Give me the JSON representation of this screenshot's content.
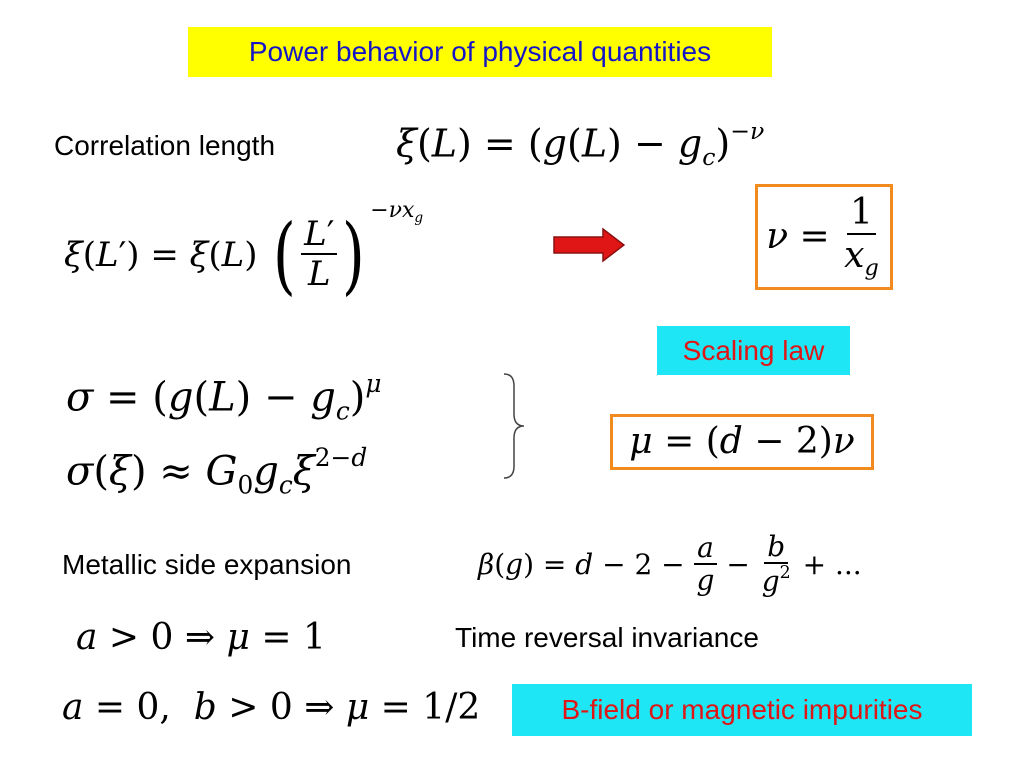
{
  "slide": {
    "title": "Power behavior of physical quantities",
    "correlation_label": "Correlation length",
    "scaling_law": "Scaling law",
    "metallic_label": "Metallic side expansion",
    "time_reversal": "Time reversal invariance",
    "bfield": "B-field or magnetic impurities",
    "arrow_icon": "right-arrow-icon",
    "colors": {
      "title_bg": "#ffff00",
      "title_text": "#1515c8",
      "highlight_bg": "#1fe6f5",
      "highlight_text": "#e01515",
      "box_border": "#f28a1e",
      "arrow": "#e01515"
    }
  }
}
